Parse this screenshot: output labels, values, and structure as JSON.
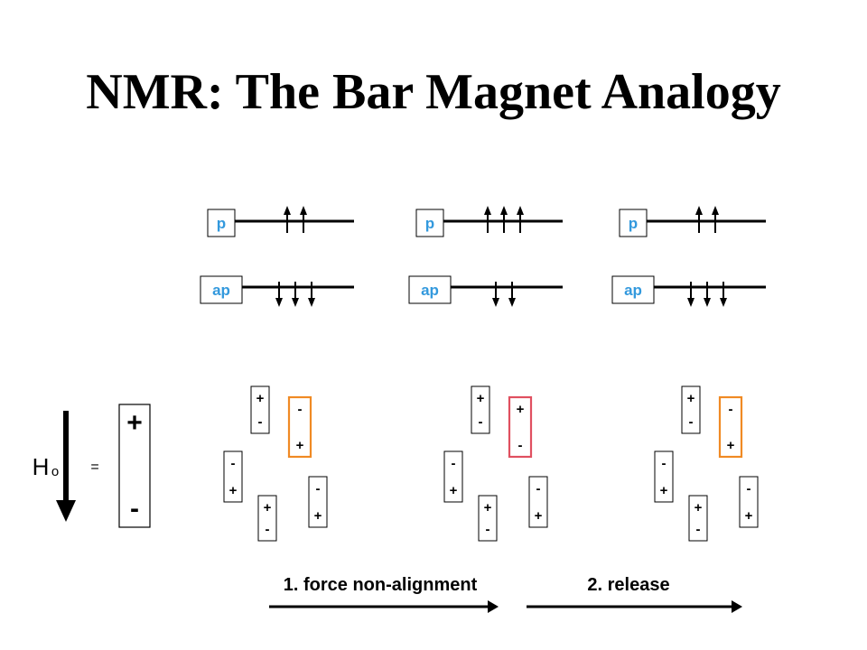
{
  "title": "NMR: The Bar Magnet Analogy",
  "colors": {
    "level_label": "#3399dd",
    "highlight_orange": "#f08a24",
    "highlight_red": "#e05060",
    "ink": "#000000"
  },
  "energy_panels": [
    {
      "upper_label": "p",
      "lower_label": "ap",
      "up_arrows": 2,
      "down_arrows": 3
    },
    {
      "upper_label": "p",
      "lower_label": "ap",
      "up_arrows": 3,
      "down_arrows": 2
    },
    {
      "upper_label": "p",
      "lower_label": "ap",
      "up_arrows": 2,
      "down_arrows": 3
    }
  ],
  "field": {
    "label": "H",
    "subscript": "o",
    "equals": "=",
    "magnet_top": "+",
    "magnet_bottom": "-"
  },
  "magnet_groups": [
    {
      "magnets": [
        {
          "top": "+",
          "bottom": "-",
          "highlight": "none"
        },
        {
          "top": "-",
          "bottom": "+",
          "highlight": "orange"
        },
        {
          "top": "-",
          "bottom": "+",
          "highlight": "none"
        },
        {
          "top": "+",
          "bottom": "-",
          "highlight": "none"
        },
        {
          "top": "-",
          "bottom": "+",
          "highlight": "none"
        }
      ]
    },
    {
      "magnets": [
        {
          "top": "+",
          "bottom": "-",
          "highlight": "none"
        },
        {
          "top": "+",
          "bottom": "-",
          "highlight": "red"
        },
        {
          "top": "-",
          "bottom": "+",
          "highlight": "none"
        },
        {
          "top": "+",
          "bottom": "-",
          "highlight": "none"
        },
        {
          "top": "-",
          "bottom": "+",
          "highlight": "none"
        }
      ]
    },
    {
      "magnets": [
        {
          "top": "+",
          "bottom": "-",
          "highlight": "none"
        },
        {
          "top": "-",
          "bottom": "+",
          "highlight": "orange"
        },
        {
          "top": "-",
          "bottom": "+",
          "highlight": "none"
        },
        {
          "top": "+",
          "bottom": "-",
          "highlight": "none"
        },
        {
          "top": "-",
          "bottom": "+",
          "highlight": "none"
        }
      ]
    }
  ],
  "steps": [
    {
      "label": "1. force non-alignment"
    },
    {
      "label": "2. release"
    }
  ]
}
